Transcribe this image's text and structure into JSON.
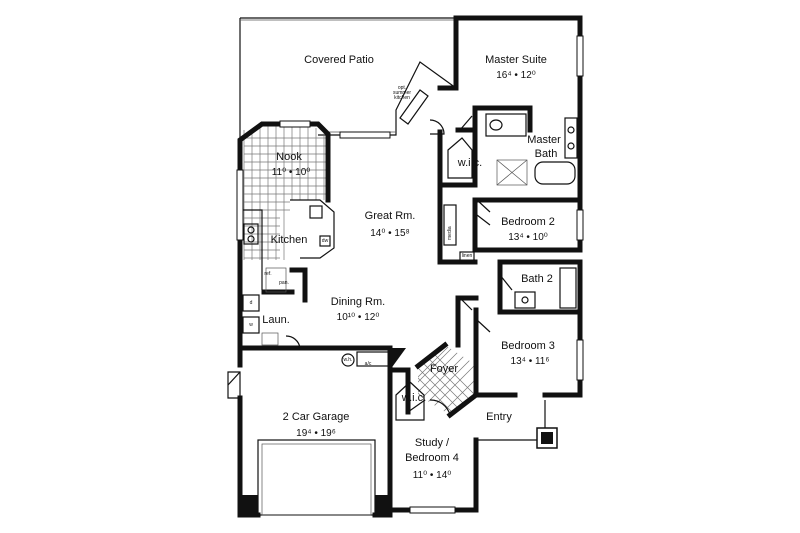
{
  "rooms": {
    "covered_patio": {
      "name": "Covered Patio"
    },
    "master_suite": {
      "name": "Master Suite",
      "dims": "16⁴ • 12⁰"
    },
    "master_bath": {
      "name_line1": "Master",
      "name_line2": "Bath"
    },
    "master_wic": {
      "name": "w.i.c."
    },
    "nook": {
      "name": "Nook",
      "dims": "11⁰ • 10⁰"
    },
    "kitchen": {
      "name": "Kitchen"
    },
    "great_room": {
      "name": "Great Rm.",
      "dims": "14⁰ • 15⁸"
    },
    "bedroom2": {
      "name": "Bedroom 2",
      "dims": "13⁴ • 10⁰"
    },
    "bath2": {
      "name": "Bath 2"
    },
    "dining": {
      "name": "Dining Rm.",
      "dims": "10¹⁰ • 12⁰"
    },
    "laundry": {
      "name": "Laun."
    },
    "bedroom3": {
      "name": "Bedroom 3",
      "dims": "13⁴ • 11⁶"
    },
    "foyer": {
      "name": "Foyer"
    },
    "garage": {
      "name": "2 Car Garage",
      "dims": "19⁴ • 19⁶"
    },
    "study_wic": {
      "name": "w.i.c."
    },
    "study": {
      "name_line1": "Study /",
      "name_line2": "Bedroom 4",
      "dims": "11⁰ • 14⁰"
    },
    "entry": {
      "name": "Entry"
    }
  },
  "annotations": {
    "summer_kitchen": [
      "opt.",
      "summer",
      "kitchen"
    ],
    "media": "media",
    "linen": "linen",
    "ref": "ref.",
    "pantry": "pan.",
    "water_heater": "w.h.",
    "ac": "a/c",
    "dryer": "d",
    "washer": "w",
    "dishwasher": "dw"
  }
}
